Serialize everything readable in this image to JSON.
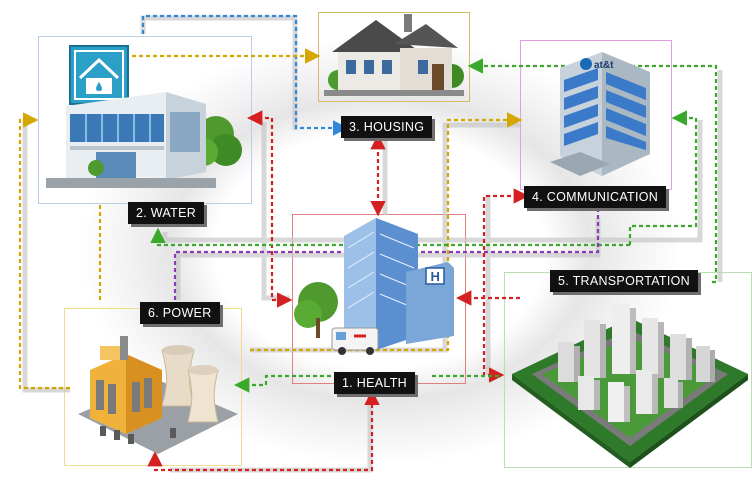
{
  "labels": {
    "housing": "3. HOUSING",
    "water": "2. WATER",
    "communication": "4. COMMUNICATION",
    "transportation": "5. TRANSPORTATION",
    "power": "6. POWER",
    "health": "1. HEALTH"
  },
  "building_sign": "at&t",
  "hospital_sign": "H",
  "icons": {
    "water": "water-utility-building",
    "housing": "house",
    "communication": "office-tower",
    "health": "hospital",
    "power": "power-plant",
    "transportation": "city-blocks"
  },
  "colors": {
    "housing_link": "#2e8ad8",
    "water_link": "#d4a600",
    "health_link": "#d42020",
    "communication_link": "#3aa82a",
    "power_link": "#8a3ab8",
    "label_bg": "#111111"
  }
}
